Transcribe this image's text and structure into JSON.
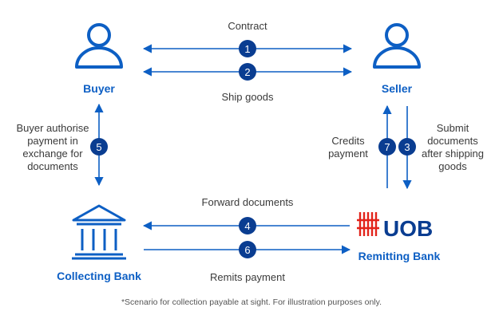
{
  "colors": {
    "accent": "#0d5fc4",
    "dark_blue": "#0a3d91",
    "uob_red": "#e2231a",
    "text": "#3a3a3a"
  },
  "parties": {
    "buyer": {
      "label": "Buyer",
      "icon": "person-icon"
    },
    "seller": {
      "label": "Seller",
      "icon": "person-icon"
    },
    "collecting_bank": {
      "label": "Collecting Bank",
      "icon": "bank-building-icon"
    },
    "remitting_bank": {
      "label": "Remitting Bank",
      "logo_text": "UOB",
      "icon": "uob-logo-icon"
    }
  },
  "steps": [
    {
      "number": "1",
      "label": "Contract"
    },
    {
      "number": "2",
      "label": "Ship goods"
    },
    {
      "number": "3",
      "label_lines": [
        "Submit",
        "documents",
        "after shipping",
        "goods"
      ]
    },
    {
      "number": "4",
      "label": "Forward documents"
    },
    {
      "number": "5",
      "label_lines": [
        "Buyer authorise",
        "payment in",
        "exchange for",
        "documents"
      ]
    },
    {
      "number": "6",
      "label": "Remits payment"
    },
    {
      "number": "7",
      "label_lines": [
        "Credits",
        "payment"
      ]
    }
  ],
  "footnote": "*Scenario for collection payable at sight. For illustration purposes only."
}
